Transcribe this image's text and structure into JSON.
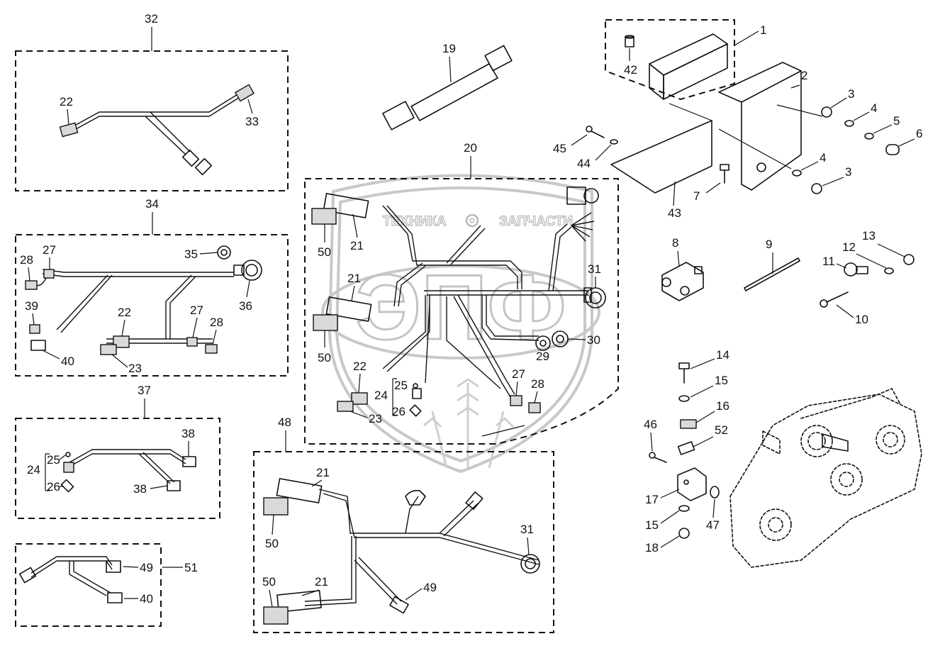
{
  "watermark": {
    "text_left": "ТЕХНИКА",
    "text_right": "ЗАПЧАСТИ",
    "logo": "ЭПФ",
    "gear_icon": "gear-icon"
  },
  "groups": {
    "g32": "32",
    "g34": "34",
    "g37": "37",
    "g51": "51",
    "g20": "20",
    "g48": "48"
  },
  "callouts": {
    "c1": "1",
    "c2": "2",
    "c3a": "3",
    "c3b": "3",
    "c4a": "4",
    "c4b": "4",
    "c5": "5",
    "c6": "6",
    "c7": "7",
    "c8": "8",
    "c9": "9",
    "c10": "10",
    "c11": "11",
    "c12": "12",
    "c13": "13",
    "c14": "14",
    "c15a": "15",
    "c15b": "15",
    "c16": "16",
    "c17": "17",
    "c18": "18",
    "c19": "19",
    "c42": "42",
    "c43": "43",
    "c44": "44",
    "c45": "45",
    "c46": "46",
    "c47": "47",
    "c52": "52",
    "g32_22": "22",
    "g32_33": "33",
    "g34_28a": "28",
    "g34_27a": "27",
    "g34_35": "35",
    "g34_36": "36",
    "g34_39": "39",
    "g34_40": "40",
    "g34_22": "22",
    "g34_23": "23",
    "g34_27b": "27",
    "g34_28b": "28",
    "g37_38a": "38",
    "g37_38b": "38",
    "g37_25": "25",
    "g37_24": "24",
    "g37_26": "26",
    "g51_49": "49",
    "g51_40": "40",
    "g20_50a": "50",
    "g20_21a": "21",
    "g20_21b": "21",
    "g20_50b": "50",
    "g20_31": "31",
    "g20_29": "29",
    "g20_30": "30",
    "g20_22": "22",
    "g20_23": "23",
    "g20_25": "25",
    "g20_24": "24",
    "g20_26": "26",
    "g20_27": "27",
    "g20_28": "28",
    "g48_21a": "21",
    "g48_50a": "50",
    "g48_31": "31",
    "g48_50b": "50",
    "g48_21b": "21",
    "g48_49": "49"
  }
}
